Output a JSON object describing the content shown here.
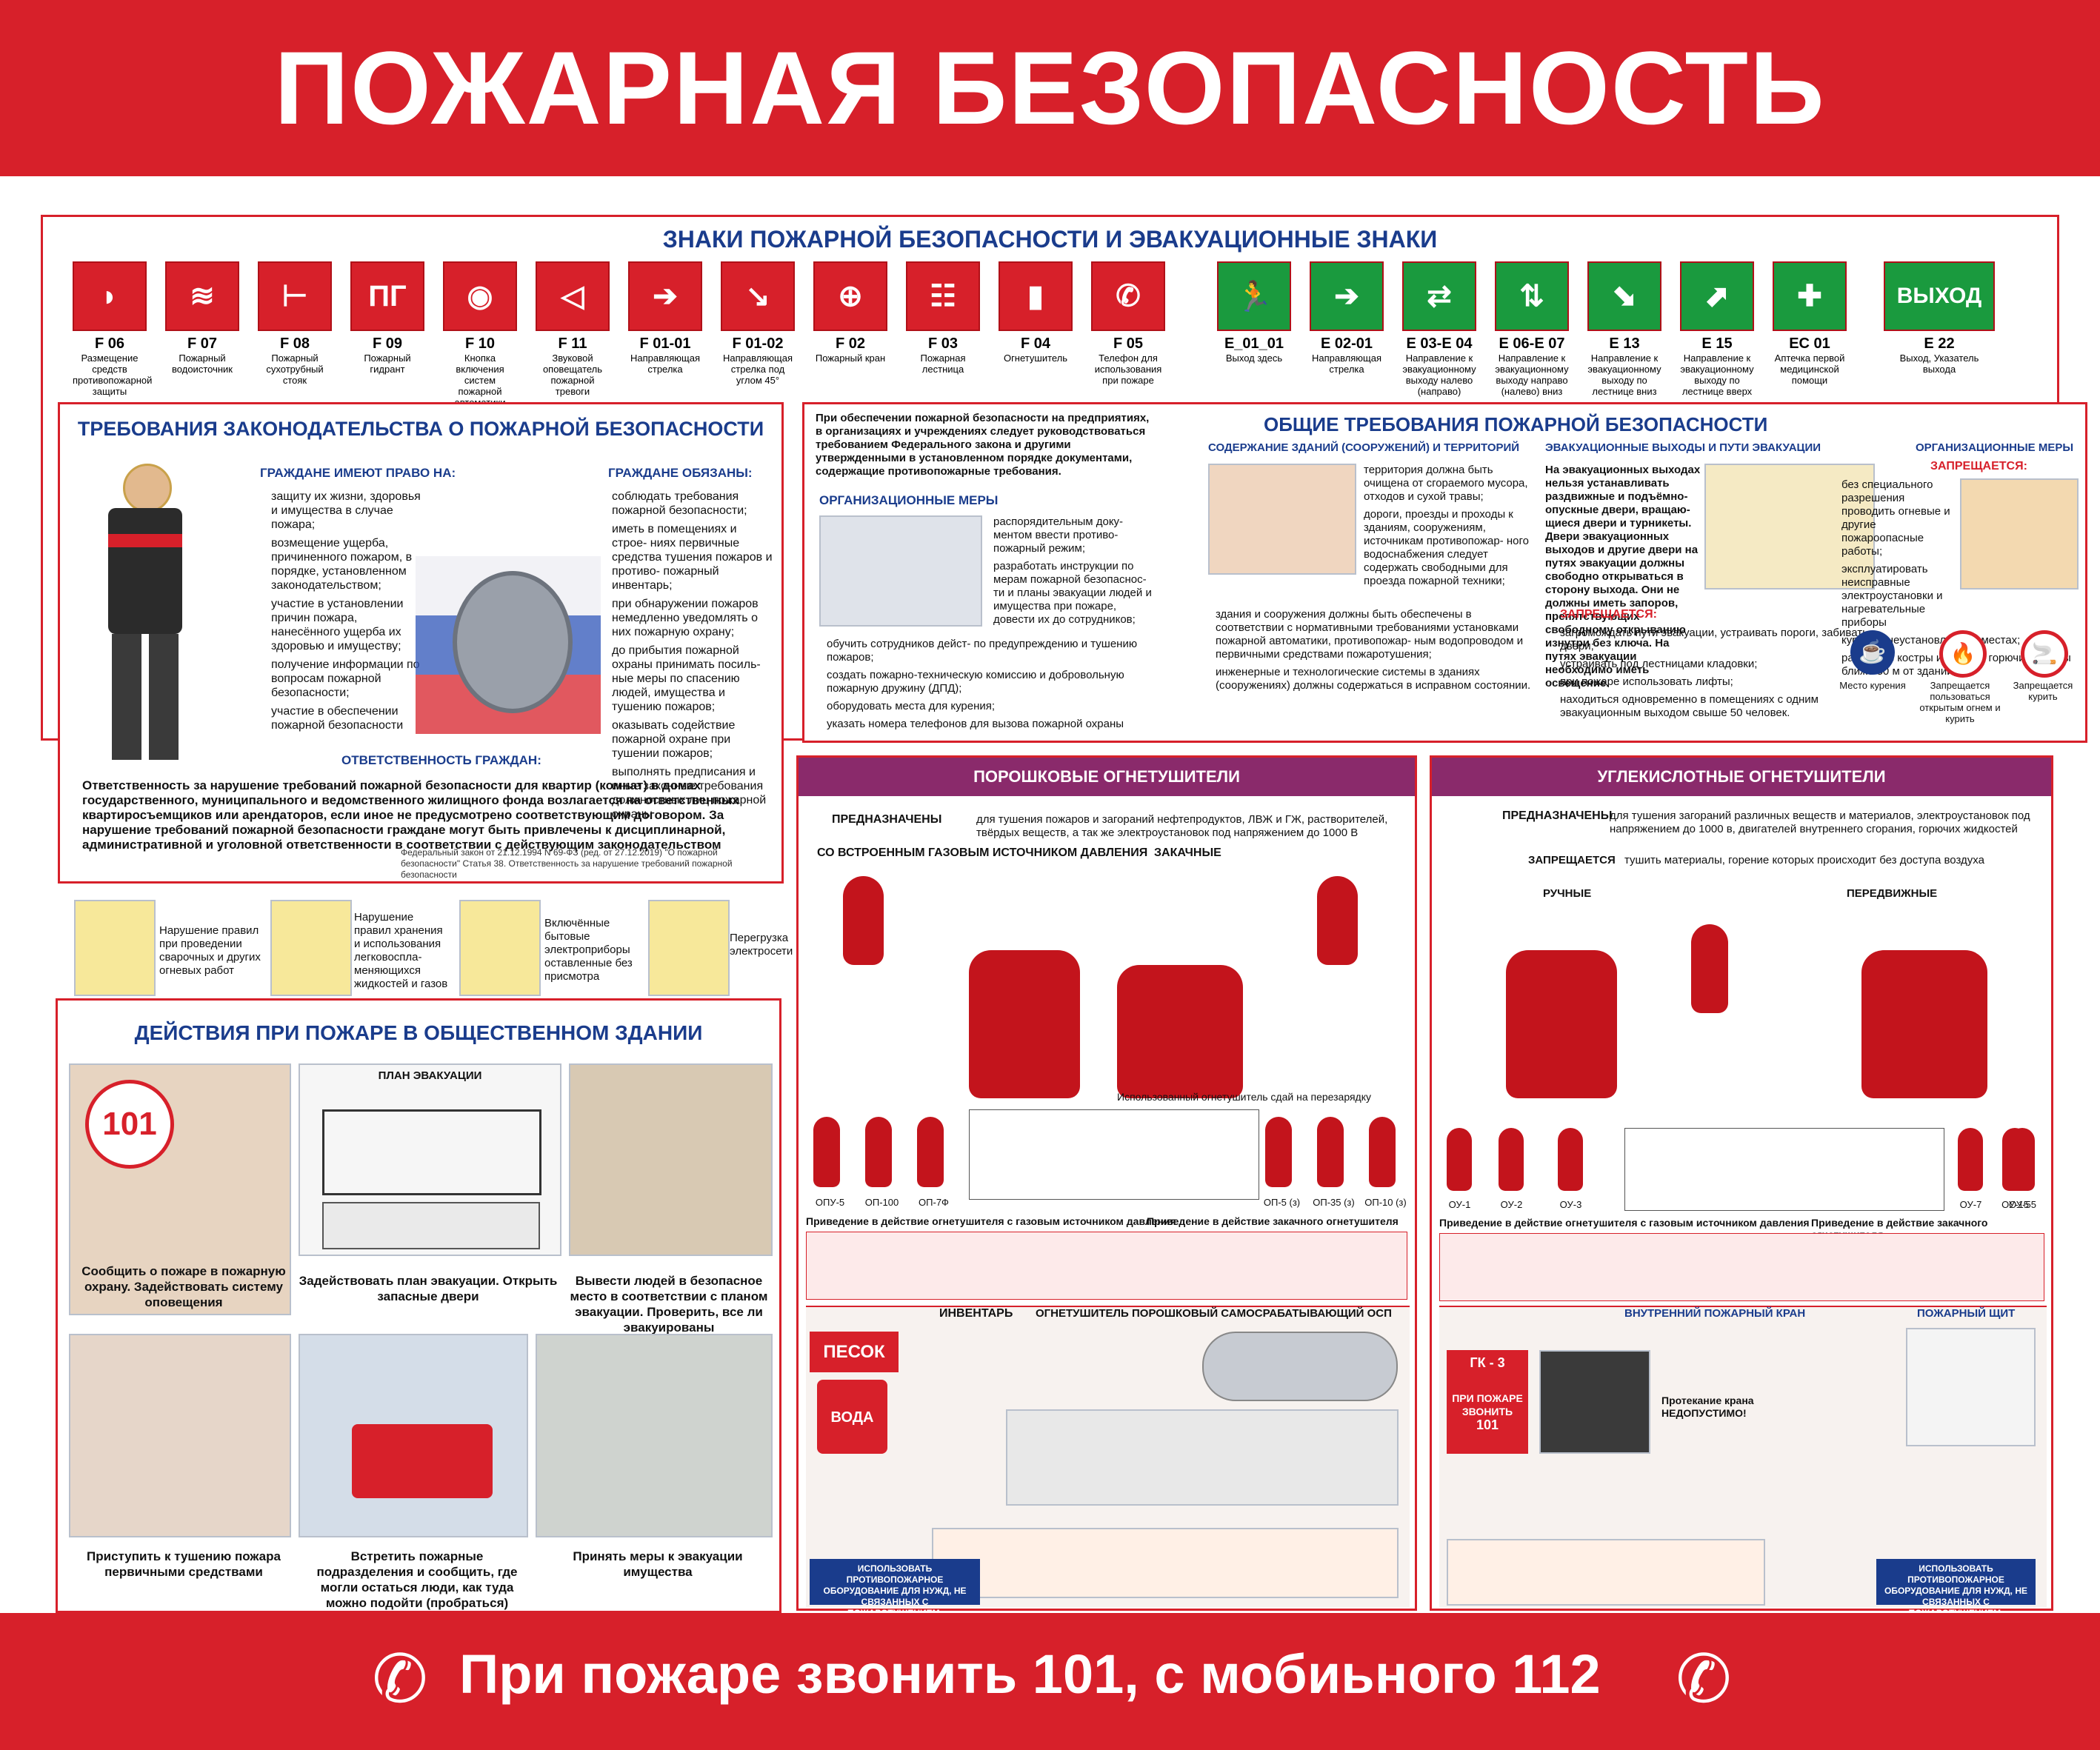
{
  "header": {
    "title": "ПОЖАРНАЯ БЕЗОПАСНОСТЬ"
  },
  "footer": {
    "text": "При пожаре  звонить 101, с мобиьного 112"
  },
  "signs": {
    "title": "ЗНАКИ ПОЖАРНОЙ БЕЗОПАСНОСТИ И ЭВАКУАЦИОННЫЕ ЗНАКИ",
    "items": [
      {
        "code": "F 06",
        "caption": "Размещение средств противопожарной защиты",
        "glyph": "◗"
      },
      {
        "code": "F 07",
        "caption": "Пожарный водоисточник",
        "glyph": "≋"
      },
      {
        "code": "F 08",
        "caption": "Пожарный сухотрубный стояк",
        "glyph": "⊢"
      },
      {
        "code": "F 09",
        "caption": "Пожарный гидрант",
        "glyph": "ПГ"
      },
      {
        "code": "F 10",
        "caption": "Кнопка включения систем пожарной автоматики",
        "glyph": "◉"
      },
      {
        "code": "F 11",
        "caption": "Звуковой оповещатель пожарной тревоги",
        "glyph": "◁"
      },
      {
        "code": "F 01-01",
        "caption": "Направляющая стрелка",
        "glyph": "➔"
      },
      {
        "code": "F 01-02",
        "caption": "Направляющая стрелка под углом 45°",
        "glyph": "↘"
      },
      {
        "code": "F 02",
        "caption": "Пожарный кран",
        "glyph": "⊕"
      },
      {
        "code": "F 03",
        "caption": "Пожарная лестница",
        "glyph": "☷"
      },
      {
        "code": "F 04",
        "caption": "Огнетушитель",
        "glyph": "▮"
      },
      {
        "code": "F 05",
        "caption": "Телефон для использования при пожаре",
        "glyph": "✆"
      },
      {
        "code": "E_01_01",
        "caption": "Выход здесь",
        "glyph": "🏃"
      },
      {
        "code": "E 02-01",
        "caption": "Направляющая стрелка",
        "glyph": "➔"
      },
      {
        "code": "E 03-E 04",
        "caption": "Направление к эвакуационному выходу налево (направо)",
        "glyph": "⇄"
      },
      {
        "code": "E 06-E 07",
        "caption": "Направление к эвакуационному выходу направо (налево) вниз",
        "glyph": "⇅"
      },
      {
        "code": "E 13",
        "caption": "Направление к эвакуационному выходу по лестнице вниз",
        "glyph": "⬊"
      },
      {
        "code": "E 15",
        "caption": "Направление к эвакуационному выходу по лестнице вверх",
        "glyph": "⬈"
      },
      {
        "code": "EC 01",
        "caption": "Аптечка первой медицинской помощи",
        "glyph": "✚"
      },
      {
        "code": "E 22",
        "caption": "Выход, Указатель выхода",
        "glyph": "ВЫХОД"
      }
    ]
  },
  "law": {
    "title": "ТРЕБОВАНИЯ ЗАКОНОДАТЕЛЬСТВА О ПОЖАРНОЙ БЕЗОПАСНОСТИ",
    "rights_title": "ГРАЖДАНЕ ИМЕЮТ ПРАВО НА:",
    "rights": [
      "защиту их жизни, здоровья и имущества в случае пожара;",
      "возмещение ущерба, причиненного пожаром, в порядке, установленном законодательством;",
      "участие в установлении причин пожара, нанесённого ущерба их здоровью и имуществу;",
      "получение информации по вопросам пожарной безопасности;",
      "участие в обеспечении пожарной безопасности"
    ],
    "duties_title": "ГРАЖДАНЕ ОБЯЗАНЫ:",
    "duties": [
      "соблюдать требования пожарной безопасности;",
      "иметь в помещениях и строе- ниях первичные средства тушения пожаров и противо- пожарный инвентарь;",
      "при обнаружении пожаров немедленно уведомлять о них пожарную охрану;",
      "до прибытия пожарной охраны принимать посиль- ные меры по спасению людей, имущества и тушению пожаров;",
      "оказывать содействие пожарной охране при тушении пожаров;",
      "выполнять предписания и иные законные требования должностных лиц пожарной охраны"
    ],
    "resp_title": "ОТВЕТСТВЕННОСТЬ ГРАЖДАН:",
    "resp_text": "Ответственность за нарушение требований пожарной безопасности для квартир (комнат) в домах государственного, муниципального и ведомственного жилищного фонда возлагается на ответственных квартиросъемщиков или арендаторов, если иное не предусмотрено соответствующим договором. За нарушение требований пожарной безопасности граждане могут быть привлечены к дисциплинарной, административной и уголовной ответственности в соответствии с действующим законодательством",
    "ref": "Федеральный закон от 21.12.1994 N 69-ФЗ (ред. от 27.12.2019) \"О пожарной безопасности\" Статья 38. Ответственность за нарушение требований пожарной безопасности"
  },
  "violations": [
    {
      "caption": "Нарушение правил при проведении сварочных и других огневых работ"
    },
    {
      "caption": "Нарушение правил хранения и использования легковоспла- меняющихся жидкостей и газов"
    },
    {
      "caption": "Включённые бытовые электроприборы оставленные без присмотра"
    },
    {
      "caption": "Перегрузка электросети"
    }
  ],
  "actions": {
    "title": "ДЕЙСТВИЯ ПРИ ПОЖАРЕ В ОБЩЕСТВЕННОМ ЗДАНИИ",
    "num": "101",
    "plan_title": "ПЛАН ЭВАКУАЦИИ",
    "steps": [
      {
        "caption": "Сообщить о пожаре в пожарную охрану. Задействовать систему оповещения"
      },
      {
        "caption": "Задействовать план эвакуации. Открыть запасные двери"
      },
      {
        "caption": "Вывести людей в безопасное место в соответствии с планом эвакуации. Проверить, все ли эвакуированы"
      },
      {
        "caption": "Приступить к тушению пожара первичными средствами"
      },
      {
        "caption": "Встретить пожарные подразделения и сообщить, где могли остаться люди, как туда можно подойти (пробраться)"
      },
      {
        "caption": "Принять меры к эвакуации имущества"
      }
    ]
  },
  "general": {
    "intro": "При обеспечении пожарной безопасности на предприятиях, в организациях и учреждениях следует руководствоваться требованием Федерального закона и другими утвержденными в установленном порядке документами, содержащие противопожарные требования.",
    "title": "ОБЩИЕ ТРЕБОВАНИЯ ПОЖАРНОЙ БЕЗОПАСНОСТИ",
    "org_title": "ОРГАНИЗАЦИОННЫЕ МЕРЫ",
    "org_items": [
      "распорядительным доку- ментом ввести противо- пожарный режим;",
      "разработать инструкции по мерам пожарной безопаснос- ти и планы эвакуации людей и имущества при пожаре, довести их до сотрудников;",
      "обучить сотрудников дейст- по предупреждению и тушению пожаров;",
      "создать пожарно-техническую комиссию и добровольную пожарную дружину (ДПД);",
      "оборудовать места для курения;",
      "указать номера телефонов для вызова пожарной охраны"
    ],
    "build_title": "СОДЕРЖАНИЕ ЗДАНИЙ (СООРУЖЕНИЙ) И ТЕРРИТОРИЙ",
    "build_items": [
      "территория должна быть очищена от сгораемого мусора, отходов и сухой травы;",
      "дороги, проезды и проходы к зданиям, сооружениям, источникам противопожар- ного водоснабжения следует содержать свободными для проезда пожарной техники;",
      "здания и сооружения должны быть обеспечены в соответствии с нормативными требованиями установками пожарной автоматики, противопожар- ным водопроводом и первичными средствами пожаротушения;",
      "инженерные и технологические системы в зданиях (сооружениях) должны содержаться в исправном состоянии."
    ],
    "exit_title": "ЭВАКУАЦИОННЫЕ ВЫХОДЫ И ПУТИ ЭВАКУАЦИИ",
    "exit_text": "На эвакуационных выходах нельзя устанавливать раздвижные и подъёмно- опускные двери, вращаю- щиеся двери и турникеты. Двери эвакуационных выходов и другие двери на путях эвакуации должны свободно открываться в сторону выхода. Они не должны иметь запоров, препятствующих свободному открыванию изнутри без ключа. На путях эвакуации необходимо иметь освещение.",
    "forbid_title": "ЗАПРЕЩАЕТСЯ:",
    "forbid_items": [
      "загромождать пути эвакуации, устраивать пороги, забивать двери;",
      "устраивать под лестницами кладовки;",
      "при пожаре использовать лифты;",
      "находиться одновременно в помещениях с одним эвакуационным выходом свыше 50 человек."
    ],
    "org2_title": "ОРГАНИЗАЦИОННЫЕ МЕРЫ",
    "org2_forbid": "ЗАПРЕЩАЕТСЯ:",
    "org2_items": [
      "без специального разрешения проводить огневые и другие пожароопасные работы;",
      "эксплуатировать неисправные электроустановки и нагревательные приборы",
      "курить в неустановленных местах;",
      "разводить костры и сжигать горючие отходы ближе 50 м от зданий;"
    ],
    "icons": [
      {
        "caption": "Место курения"
      },
      {
        "caption": "Запрещается пользоваться открытым огнем и курить"
      },
      {
        "caption": "Запрещается курить"
      }
    ]
  },
  "powder": {
    "title": "ПОРОШКОВЫЕ ОГНЕТУШИТЕЛИ",
    "purpose_label": "ПРЕДНАЗНАЧЕНЫ",
    "purpose": "для тушения пожаров и загораний нефтепродуктов, ЛВЖ и ГЖ, растворителей, твёрдых веществ, а так же электроустановок под напряжением до 1000 В",
    "builtin": "СО ВСТРОЕННЫМ ГАЗОВЫМ ИСТОЧНИКОМ ДАВЛЕНИЯ",
    "pumped": "ЗАКАЧНЫЕ",
    "used": "Использованный огнетушитель сдай на перезарядку",
    "models": [
      "ОПУ-5",
      "ОП-100",
      "ОП-7Ф",
      "ОП-5 (з)",
      "ОП-35 (з)",
      "ОП-10 (з)"
    ],
    "caption1": "Приведение в действие огнетушителя с газовым источником давления",
    "caption2": "Приведение в действие закачного огнетушителя",
    "sand": "ПЕСОК",
    "water": "ВОДА",
    "inventory": "ИНВЕНТАРЬ",
    "selfact": "ОГНЕТУШИТЕЛЬ ПОРОШКОВЫЙ САМОСРАБАТЫВАЮЩИЙ ОСП",
    "warning": "ИСПОЛЬЗОВАТЬ ПРОТИВОПОЖАРНОЕ ОБОРУДОВАНИЕ ДЛЯ НУЖД, НЕ СВЯЗАННЫХ С ПОЖАРОТУШЕНИЕМ, ЗАПРЕЩАЕТСЯ"
  },
  "co2": {
    "title": "УГЛЕКИСЛОТНЫЕ ОГНЕТУШИТЕЛИ",
    "purpose_label": "ПРЕДНАЗНАЧЕНЫ",
    "purpose": "для тушения загораний различных веществ и материалов, электроустановок под напряжением до 1000 в, двигателей внутреннего сгорания, горючих жидкостей",
    "forbid_label": "ЗАПРЕЩАЕТСЯ",
    "forbid": "тушить материалы, горение которых происходит без доступа воздуха",
    "manual": "РУЧНЫЕ",
    "mobile": "ПЕРЕДВИЖНЫЕ",
    "models": [
      "ОУ-1",
      "ОУ-2",
      "ОУ-3",
      "ОУ-7",
      "ОУ-15",
      "ОУ-55"
    ],
    "caption1": "Приведение в действие огнетушителя с газовым источником давления",
    "caption2": "Приведение в действие закачного огнетушителя",
    "hydrant_title": "ВНУТРЕННИЙ ПОЖАРНЫЙ КРАН",
    "shield_title": "ПОЖАРНЫЙ ЩИТ",
    "gk": "ГК - 3",
    "call": "ПРИ ПОЖАРЕ ЗВОНИТЬ",
    "num": "101",
    "leak": "Протекание крана НЕДОПУСТИМО!",
    "warning": "ИСПОЛЬЗОВАТЬ ПРОТИВОПОЖАРНОЕ ОБОРУДОВАНИЕ ДЛЯ НУЖД, НЕ СВЯЗАННЫХ С ПОЖАРОТУШЕНИЕМ, ЗАПРЕЩАЕТСЯ!"
  },
  "colors": {
    "red": "#d7202a",
    "green": "#1a9a3e",
    "blue": "#1a3c8c",
    "purple": "#8a2a6b"
  }
}
